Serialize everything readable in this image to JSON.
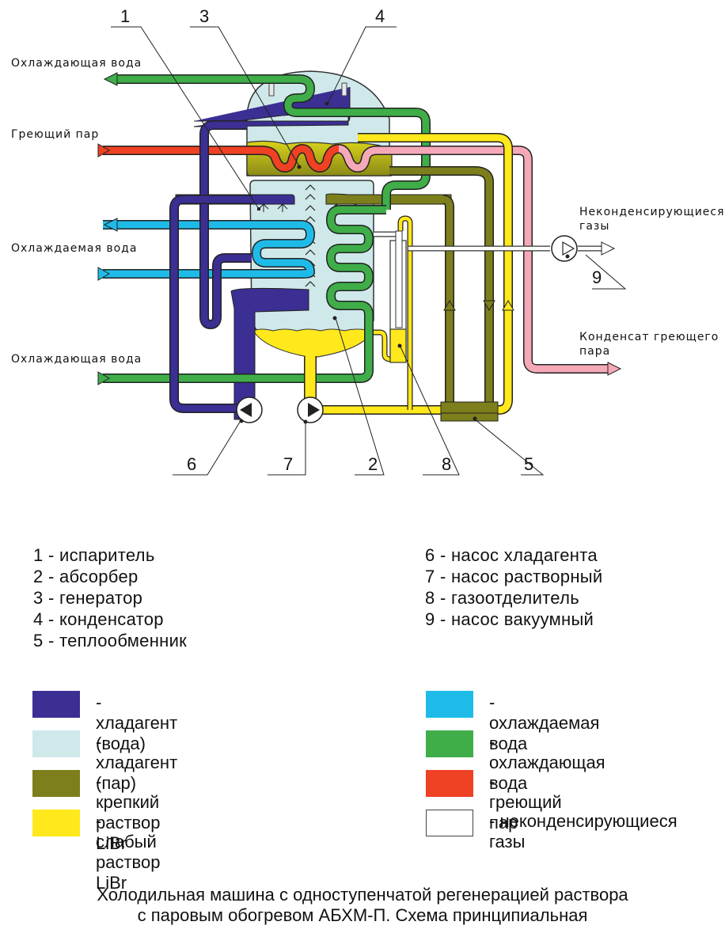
{
  "diagram": {
    "flow_labels": {
      "cooling_water_out": "Охлаждающая вода",
      "heating_steam": "Греющий пар",
      "chilled_water": "Охлаждаемая вода",
      "cooling_water_in": "Охлаждающая вода",
      "noncondensable_line1": "Неконденсирующиеся",
      "noncondensable_line2": "газы",
      "condensate_line1": "Конденсат греющего",
      "condensate_line2": "пара"
    },
    "callouts": [
      "1",
      "2",
      "3",
      "4",
      "5",
      "6",
      "7",
      "8",
      "9"
    ]
  },
  "components": [
    {
      "num": "1",
      "text": "1 - испаритель"
    },
    {
      "num": "2",
      "text": "2 - абсорбер"
    },
    {
      "num": "3",
      "text": "3 - генератор"
    },
    {
      "num": "4",
      "text": "4 - конденсатор"
    },
    {
      "num": "5",
      "text": "5 - теплообменник"
    },
    {
      "num": "6",
      "text": "6 - насос хладагента"
    },
    {
      "num": "7",
      "text": "7 - насос растворный"
    },
    {
      "num": "8",
      "text": "8 - газоотделитель"
    },
    {
      "num": "9",
      "text": "9 - насос вакуумный"
    }
  ],
  "legend": [
    {
      "text": "- хладагент (вода)",
      "color": "#3b2f93"
    },
    {
      "text": "- хладагент (пар)",
      "color": "#cfe8ea"
    },
    {
      "text": "- крепкий раствор LiBr",
      "color": "#7c7f1b"
    },
    {
      "text": "- слабый раствор LiBr",
      "color": "#ffe81c"
    },
    {
      "text": "- охлаждаемая вода",
      "color": "#1fbbe8"
    },
    {
      "text": "- охлаждающая вода",
      "color": "#3fae49"
    },
    {
      "text": "- греющий пар",
      "color": "#ef4123"
    },
    {
      "text": "- неконденсирующиеся газы",
      "color": "#ffffff"
    }
  ],
  "caption": {
    "line1": "Холодильная машина с одноступенчатой регенерацией раствора",
    "line2": "с паровым обогревом АБХМ-П. Схема принципиальная"
  }
}
